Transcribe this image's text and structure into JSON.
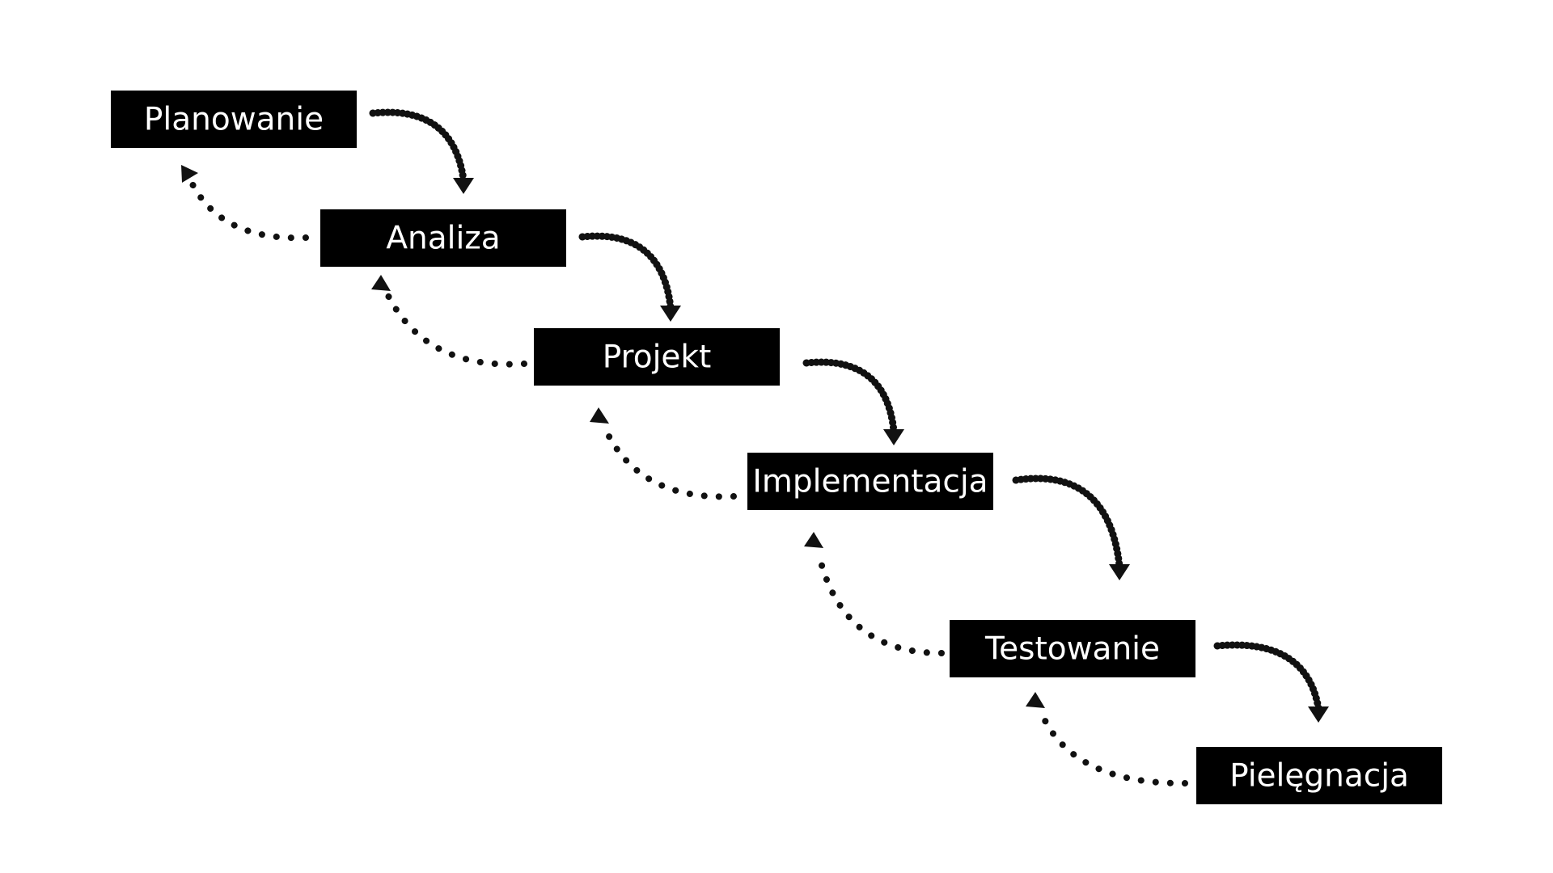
{
  "stages": [
    {
      "label": "Planowanie"
    },
    {
      "label": "Analiza"
    },
    {
      "label": "Projekt"
    },
    {
      "label": "Implementacja"
    },
    {
      "label": "Testowanie"
    },
    {
      "label": "Pielęgnacja"
    }
  ],
  "colors": {
    "box_fill": "#000000",
    "box_text": "#ffffff",
    "arrow": "#111111",
    "background": "#ffffff"
  }
}
